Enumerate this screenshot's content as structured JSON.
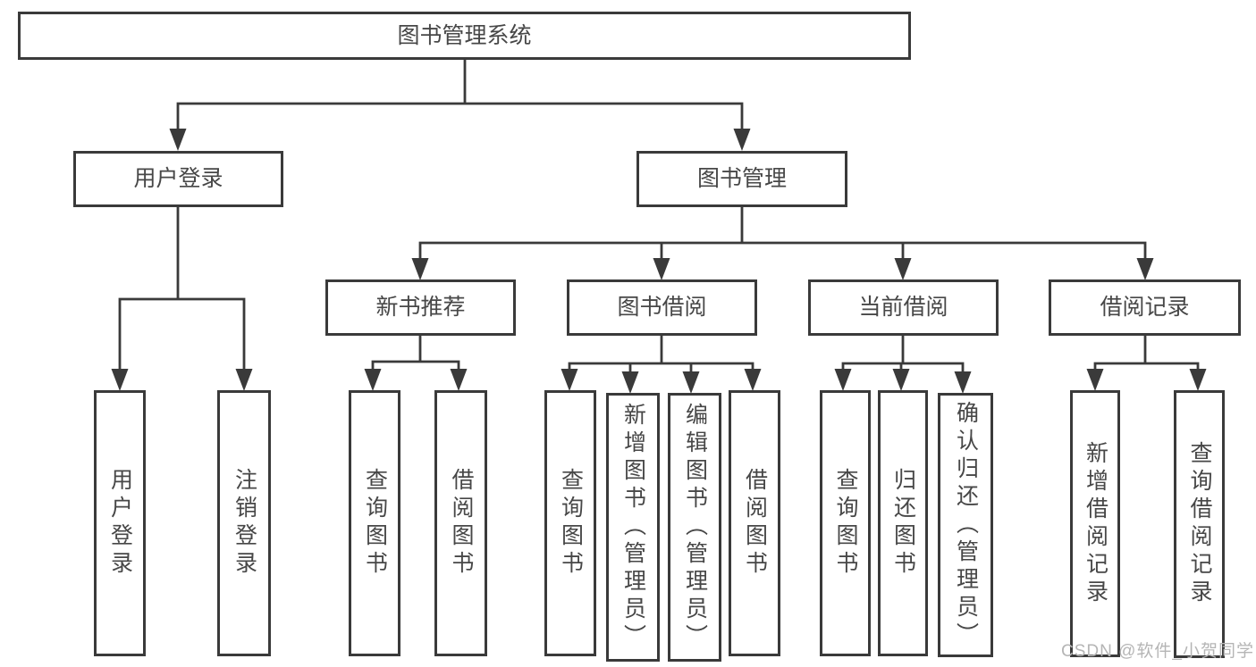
{
  "diagram": {
    "root": {
      "label": "图书管理系统"
    },
    "level2": [
      {
        "label": "用户登录",
        "children": [
          {
            "label": "用户登录"
          },
          {
            "label": "注销登录"
          }
        ]
      },
      {
        "label": "图书管理",
        "children": [
          {
            "label": "新书推荐",
            "children": [
              {
                "label": "查询图书"
              },
              {
                "label": "借阅图书"
              }
            ]
          },
          {
            "label": "图书借阅",
            "children": [
              {
                "label": "查询图书"
              },
              {
                "label": "新增图书（管理员）"
              },
              {
                "label": "编辑图书（管理员）"
              },
              {
                "label": "借阅图书"
              }
            ]
          },
          {
            "label": "当前借阅",
            "children": [
              {
                "label": "查询图书"
              },
              {
                "label": "归还图书"
              },
              {
                "label": "确认归还（管理员）"
              }
            ]
          },
          {
            "label": "借阅记录",
            "children": [
              {
                "label": "新增借阅记录"
              },
              {
                "label": "查询借阅记录"
              }
            ]
          }
        ]
      }
    ]
  },
  "watermark": {
    "text": "CSDN @软件_小贺同学"
  },
  "colors": {
    "line": "#3a3a3a",
    "text": "#474747",
    "background": "#ffffff",
    "watermark": "#b5b5b5"
  }
}
